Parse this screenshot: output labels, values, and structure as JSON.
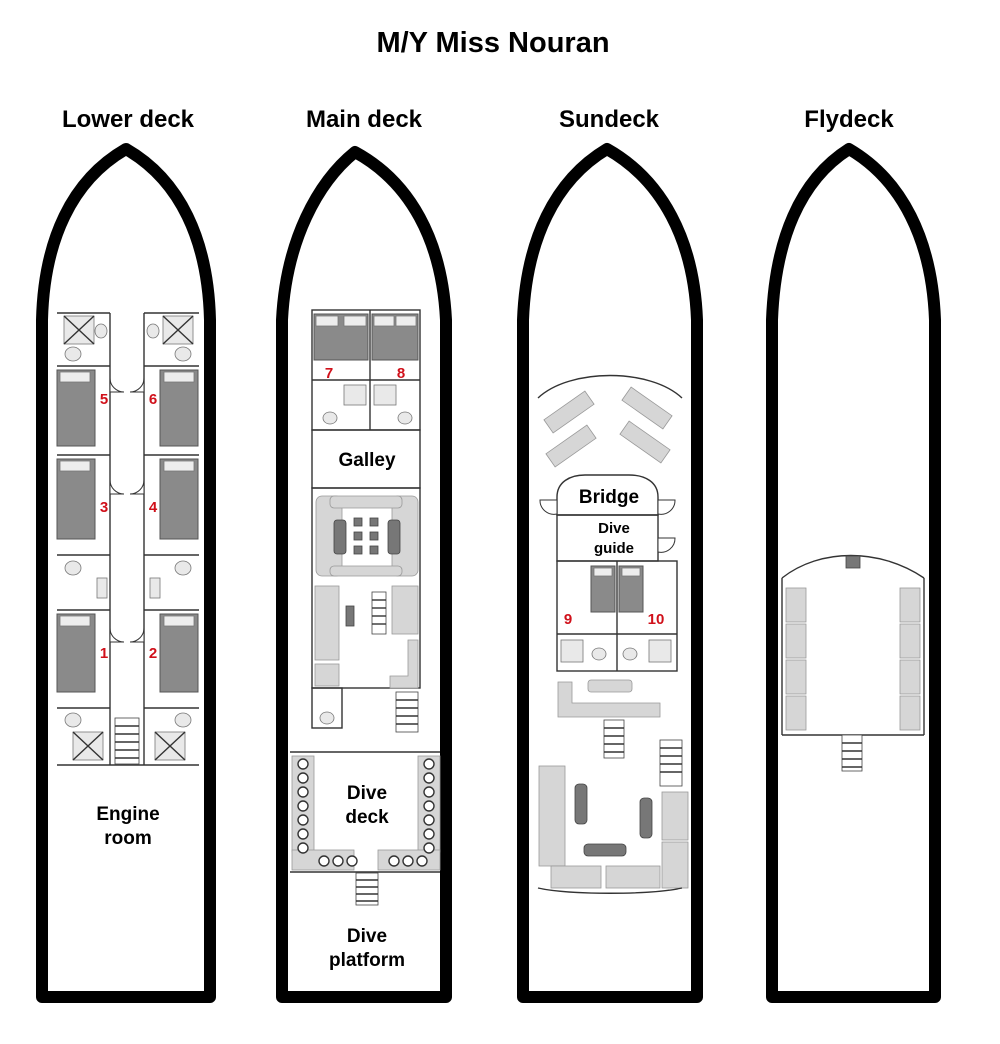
{
  "title": "M/Y Miss Nouran",
  "decks": {
    "lower": {
      "name": "Lower deck",
      "cabins": [
        "1",
        "2",
        "3",
        "4",
        "5",
        "6"
      ],
      "engine_room": [
        "Engine",
        "room"
      ]
    },
    "main": {
      "name": "Main deck",
      "cabins": [
        "7",
        "8"
      ],
      "galley": "Galley",
      "dive_deck": [
        "Dive",
        "deck"
      ],
      "dive_platform": [
        "Dive",
        "platform"
      ]
    },
    "sun": {
      "name": "Sundeck",
      "cabins": [
        "9",
        "10"
      ],
      "bridge": "Bridge",
      "dive_guide": [
        "Dive",
        "guide"
      ]
    },
    "fly": {
      "name": "Flydeck"
    }
  },
  "colors": {
    "hull": "#000000",
    "cabin_number": "#d0101a",
    "bed": "#8a8a8a",
    "furniture": "#d6d6d6"
  }
}
